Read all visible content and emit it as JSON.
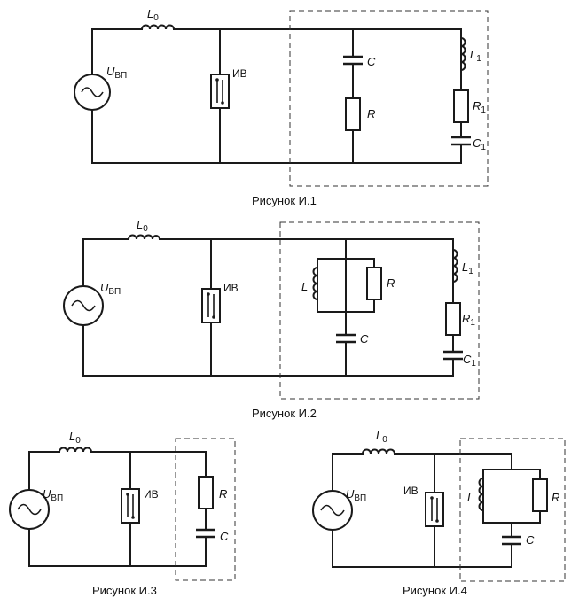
{
  "labels": {
    "L0_main": "L",
    "L0_sub": "0",
    "U_main": "U",
    "U_sub": "ВП",
    "IV": "ИВ",
    "C": "C",
    "R": "R",
    "L": "L",
    "L1_main": "L",
    "L1_sub": "1",
    "R1_main": "R",
    "R1_sub": "1",
    "C1_main": "C",
    "C1_sub": "1"
  },
  "figures": [
    {
      "caption": "Рисунок И.1"
    },
    {
      "caption": "Рисунок И.2"
    },
    {
      "caption": "Рисунок И.3"
    },
    {
      "caption": "Рисунок И.4"
    }
  ]
}
